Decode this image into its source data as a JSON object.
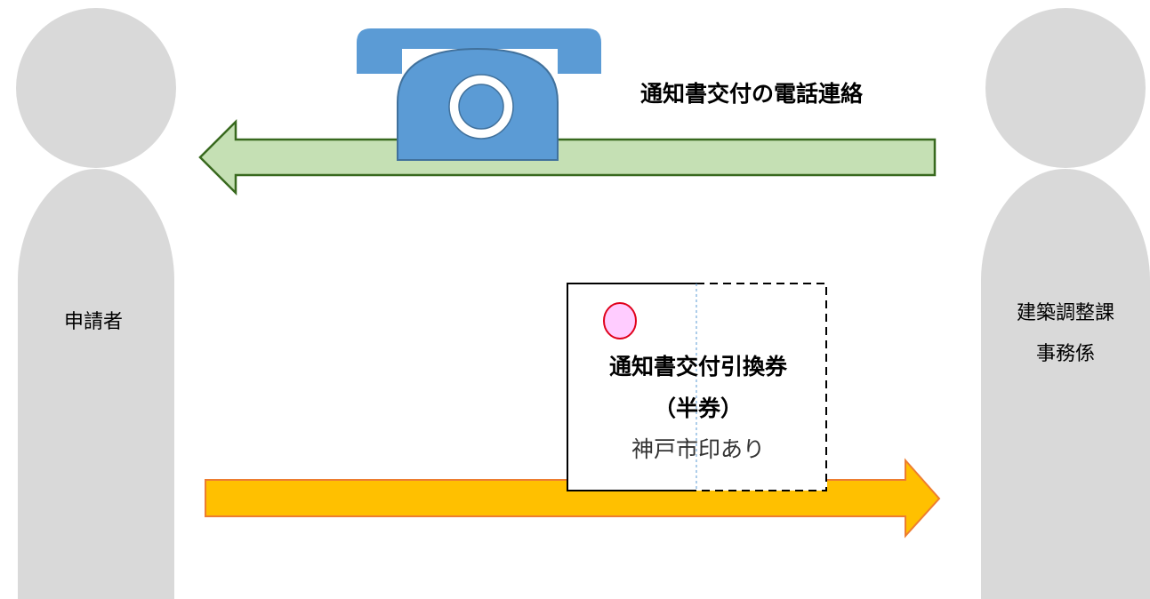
{
  "applicant": {
    "label": "申請者"
  },
  "office": {
    "line1": "建築調整課",
    "line2": "事務係"
  },
  "phone_call": {
    "label": "通知書交付の電話連絡"
  },
  "ticket": {
    "title": "通知書交付引換券",
    "subtitle": "（半券）",
    "seal_note": "神戸市印あり"
  },
  "colors": {
    "person_fill": "#d9d9d9",
    "call_arrow_fill": "#c5e0b4",
    "call_arrow_stroke": "#38691e",
    "hand_arrow_fill": "#ffc000",
    "hand_arrow_stroke": "#ed7d31",
    "phone_fill": "#5b9bd5",
    "phone_stroke": "#41719c",
    "seal_fill": "#ffccff",
    "seal_stroke": "#e0001b",
    "perforation": "#5b9bd5"
  }
}
